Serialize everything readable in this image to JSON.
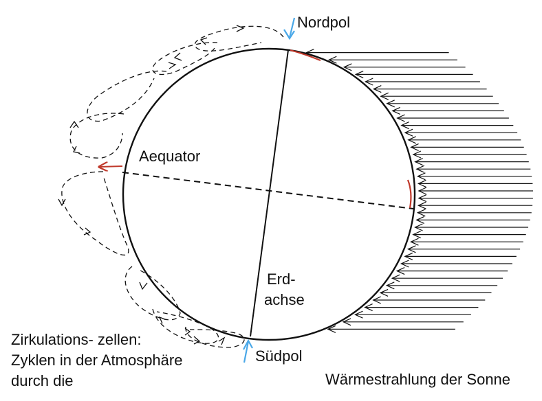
{
  "labels": {
    "north_pole": "Nordpol",
    "south_pole": "Südpol",
    "equator": "Aequator",
    "axis_line1": "Erd-",
    "axis_line2": "achse",
    "circulation": "Zirkulations- zellen: Zyklen in der Atmosphäre durch die",
    "solar_radiation": "Wärmestrahlung der Sonne"
  },
  "colors": {
    "outline": "#111111",
    "red_marks": "#c0392b",
    "pole_arrows": "#4aa8e8"
  }
}
